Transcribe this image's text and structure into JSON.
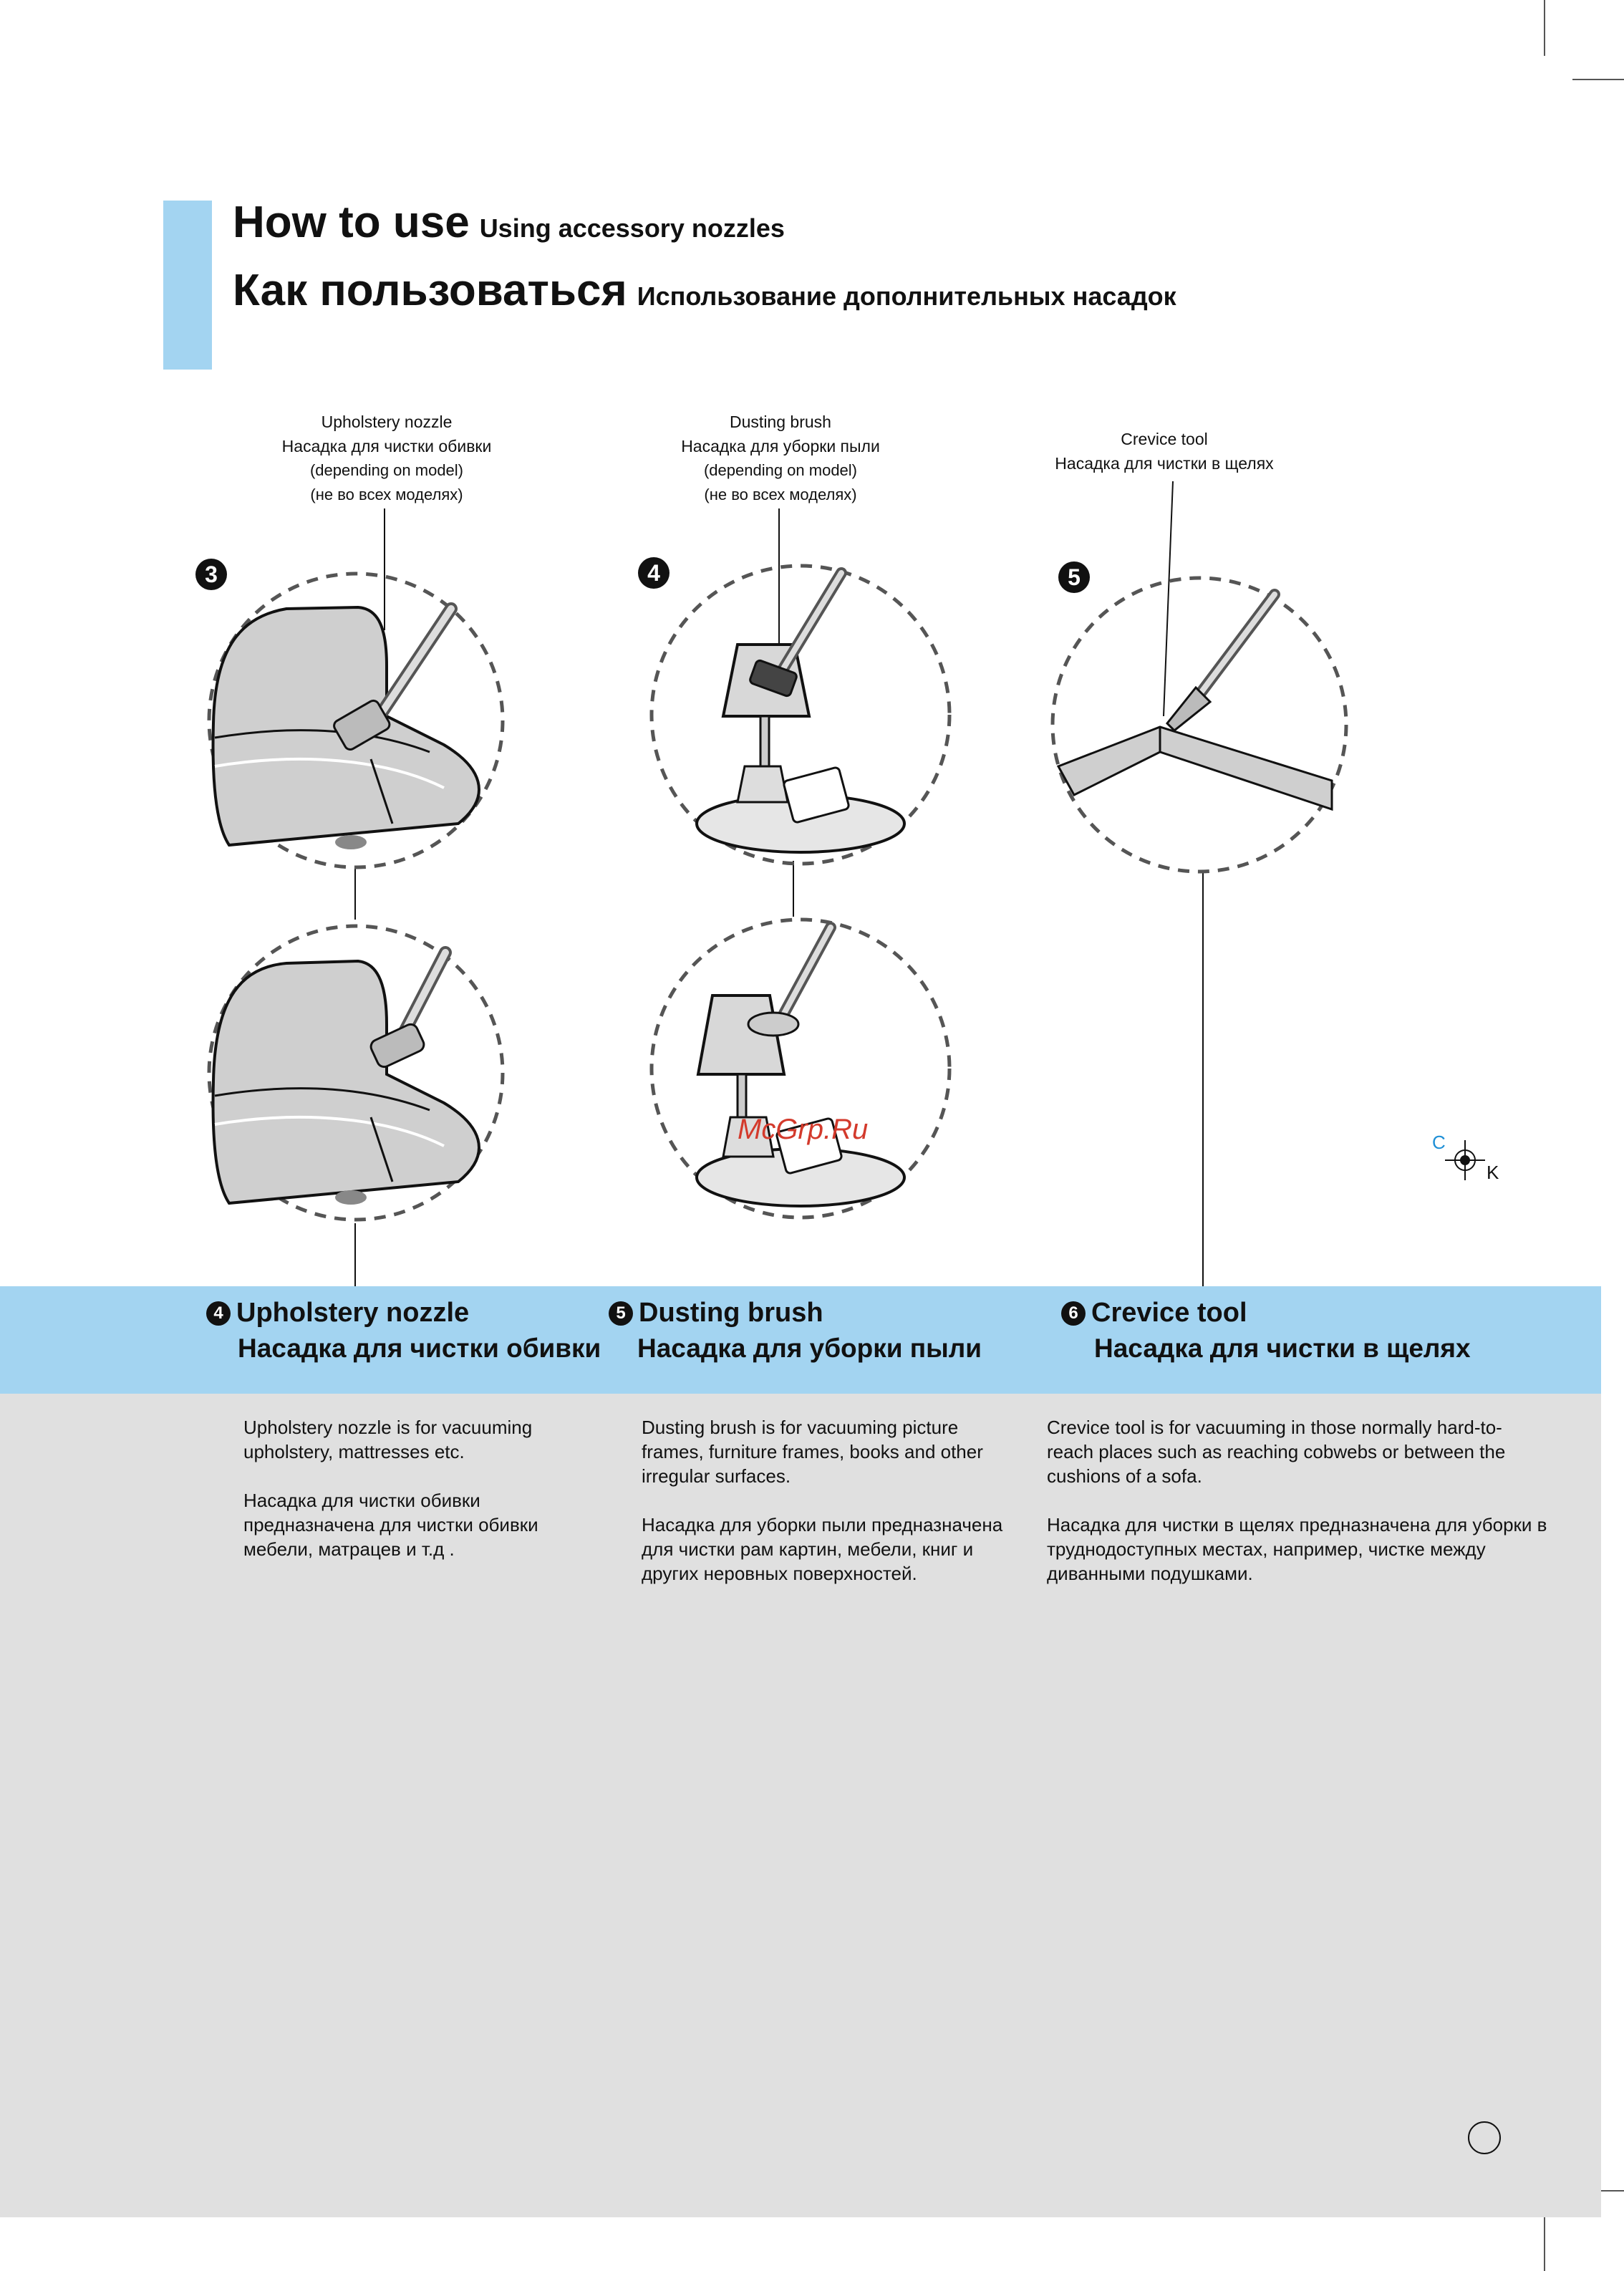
{
  "header": {
    "title_en": "How to use",
    "subtitle_en": "Using accessory nozzles",
    "title_ru": "Как пользоваться",
    "subtitle_ru": "Использование дополнительных насадок"
  },
  "labels": {
    "upholstery": {
      "en": "Upholstery nozzle",
      "ru": "Насадка для чистки обивки",
      "note_en": "(depending on model)",
      "note_ru": "(не во всех моделях)"
    },
    "dusting": {
      "en": "Dusting brush",
      "ru": "Насадка для уборки пыли",
      "note_en": "(depending on model)",
      "note_ru": "(не во всех моделях)"
    },
    "crevice": {
      "en": "Crevice tool",
      "ru": "Насадка для чистки в щелях"
    }
  },
  "step_numbers": [
    "3",
    "4",
    "5"
  ],
  "sections": [
    {
      "number": "4",
      "title_en": "Upholstery nozzle",
      "title_ru": "Насадка для чистки обивки",
      "desc_en": "Upholstery nozzle is for vacuuming upholstery, mattresses etc.",
      "desc_ru": "Насадка для чистки обивки предназначена для чистки обивки мебели, матрацев и т.д ."
    },
    {
      "number": "5",
      "title_en": "Dusting brush",
      "title_ru": "Насадка для уборки пыли",
      "desc_en": "Dusting brush is for vacuuming picture frames, furniture frames, books and other irregular surfaces.",
      "desc_ru": "Насадка для уборки пыли предназначена для чистки рам картин, мебели, книг и других неровных поверхностей."
    },
    {
      "number": "6",
      "title_en": "Crevice tool",
      "title_ru": "Насадка для чистки в щелях",
      "desc_en": "Crevice tool is for vacuuming in those normally hard-to-reach places such as reaching cobwebs or between the cushions of a sofa.",
      "desc_ru": "Насадка для чистки в щелях предназначена для уборки в труднодоступных местах, например, чистке между диванными подушками."
    }
  ],
  "watermark": "McGrp.Ru",
  "registration": {
    "c": "C",
    "k": "K"
  },
  "colors": {
    "accent": "#a3d4f1",
    "panel": "#e0e0e0",
    "arrow": "#1e8fd6",
    "watermark": "#d33a2c"
  }
}
